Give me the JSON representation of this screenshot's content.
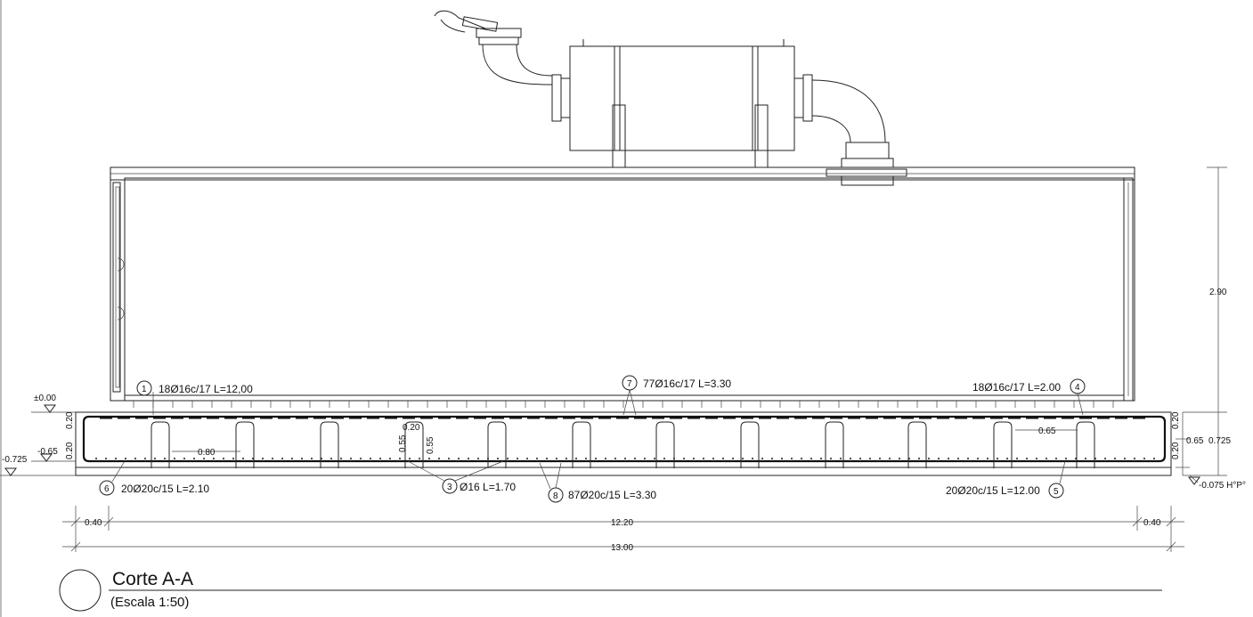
{
  "title": "Corte A-A",
  "subtitle": "(Escala 1:50)",
  "levels": {
    "top": "±0.00",
    "mid": "-0.65",
    "bottom": "-0.725",
    "hp": "-0.075 H°P°"
  },
  "dimensions": {
    "height_container": "2.90",
    "slab_top": "0.20",
    "slab_bottom": "0.20",
    "slab_total": "0.65",
    "slab_outer": "0.725",
    "left_margin": "0.40",
    "inner_span": "12.20",
    "right_margin": "0.40",
    "total_length": "13.00",
    "spacing_left": "0.80",
    "spacing_right": "0.65",
    "stirrup_gap": "0.20",
    "stirrup_h1": "0.55",
    "stirrup_h2": "0.55"
  },
  "callouts": [
    {
      "num": "1",
      "text": "18Ø16c/17 L=12,00"
    },
    {
      "num": "7",
      "text": "77Ø16c/17 L=3.30"
    },
    {
      "num": "4",
      "text": "18Ø16c/17 L=2.00"
    },
    {
      "num": "6",
      "text": "20Ø20c/15 L=2.10"
    },
    {
      "num": "3",
      "text": "Ø16 L=1.70"
    },
    {
      "num": "8",
      "text": "87Ø20c/15 L=3.30"
    },
    {
      "num": "5",
      "text": "20Ø20c/15 L=12.00"
    }
  ]
}
